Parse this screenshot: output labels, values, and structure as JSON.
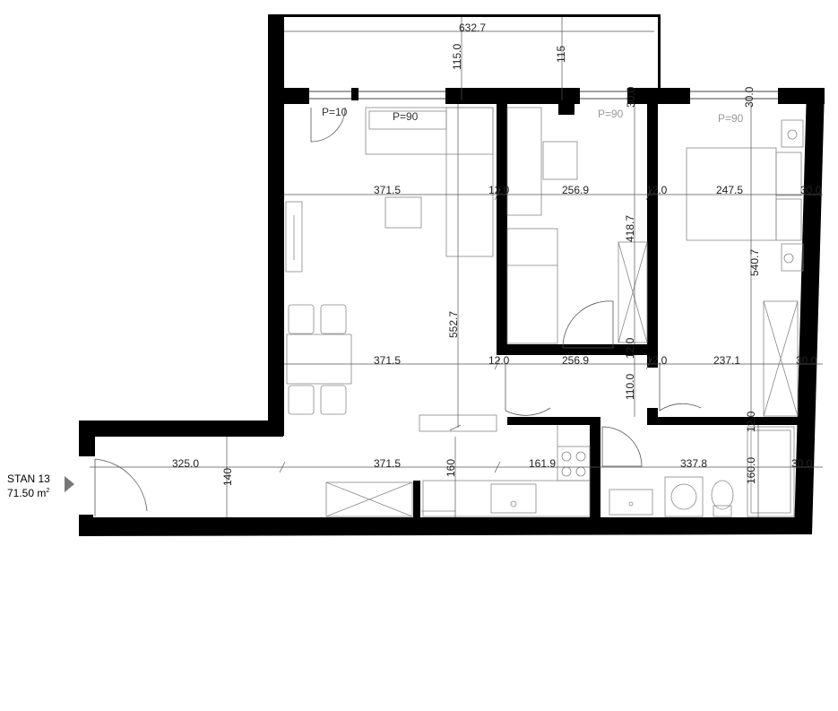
{
  "apartment": {
    "name": "STAN 13",
    "area": "71.50 m",
    "area_sup": "2"
  },
  "dims": {
    "balcony_width": "632.7",
    "balcony_depth_a": "115.0",
    "balcony_depth_b": "115",
    "win_p10": "P=10",
    "win_p90_living": "P=90",
    "win_p90_room1": "P=90",
    "win_p90_room2": "P=90",
    "wall_300_a": "30.0",
    "wall_300_b": "30.0",
    "h_living_top": "371.5",
    "h_wall_120_a": "12.0",
    "h_room1_top": "256.9",
    "h_wall_120_b": "12.0",
    "h_room2_top": "247.5",
    "h_wall_300_top": "30.0",
    "v_room1_depth": "418.7",
    "v_living_depth": "552.7",
    "v_room2_depth": "540.7",
    "h_living_mid": "371.5",
    "h_wall_120_c": "12.0",
    "h_hall_mid": "256.9",
    "h_wall_120_d": "12.0",
    "h_room2_mid": "237.1",
    "h_wall_300_mid": "30.0",
    "v_wall_120_e": "12.0",
    "v_hall_110": "110.0",
    "v_wall_120_f": "12.0",
    "h_entry": "325.0",
    "h_living_bottom": "371.5",
    "h_kitchen": "161.9",
    "h_bath": "337.8",
    "h_wall_300_bottom": "30.0",
    "v_entry_140": "140",
    "v_kitchen_160": "160",
    "v_bath_160": "160.0"
  }
}
